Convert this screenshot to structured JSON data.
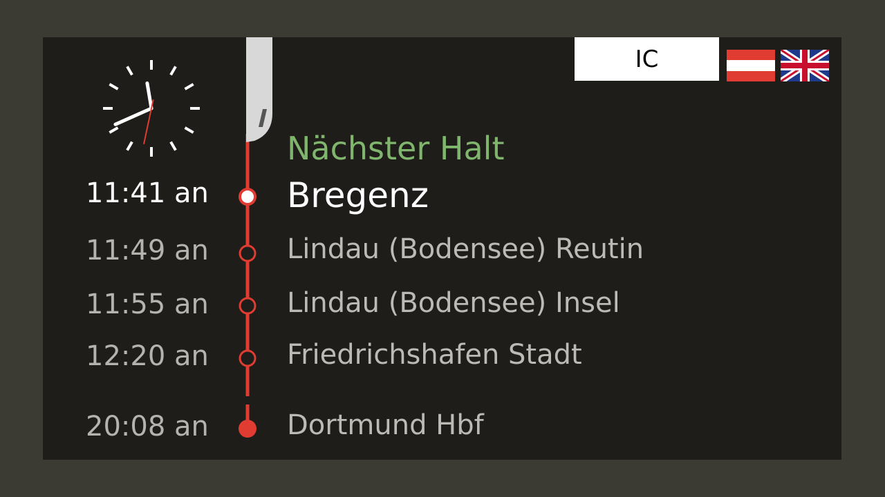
{
  "train": {
    "type": "IC"
  },
  "flags": [
    "austria-flag",
    "uk-flag"
  ],
  "clock": {
    "hour": 11,
    "minute": 41,
    "second": 32
  },
  "next_stop_label": "Nächster Halt",
  "colors": {
    "line": "#e03c31",
    "accent_green": "#7fb56c",
    "background": "#1f1d1a",
    "frame": "#3b3a33"
  },
  "stops": [
    {
      "time": "11:41 an",
      "station": "Bregenz",
      "current": true
    },
    {
      "time": "11:49 an",
      "station": "Lindau (Bodensee) Reutin",
      "current": false
    },
    {
      "time": "11:55 an",
      "station": "Lindau (Bodensee) Insel",
      "current": false
    },
    {
      "time": "12:20 an",
      "station": "Friedrichshafen Stadt",
      "current": false
    },
    {
      "time": "20:08 an",
      "station": "Dortmund Hbf",
      "current": false,
      "final": true
    }
  ]
}
